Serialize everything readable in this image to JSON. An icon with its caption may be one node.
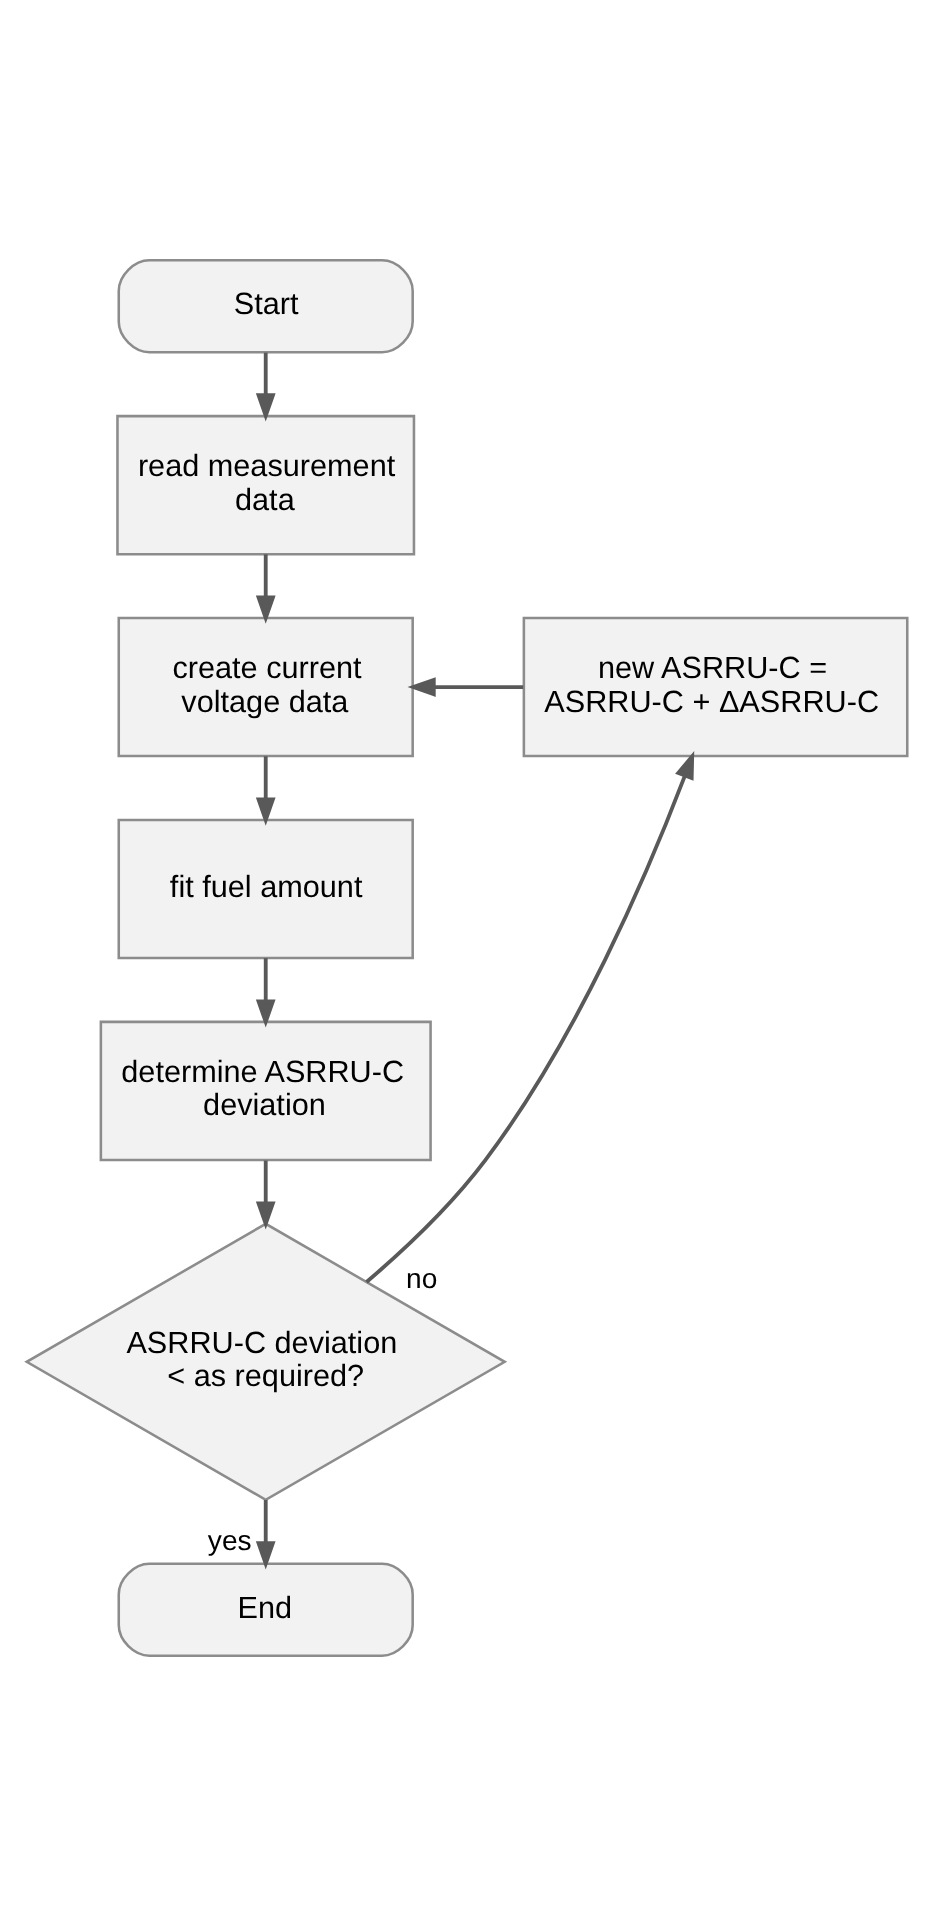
{
  "diagram": {
    "nodes": [
      {
        "text": [
          "Start"
        ]
      },
      {
        "text": [
          "read measurement data"
        ]
      },
      {
        "text": [
          "create current voltage data"
        ]
      },
      {
        "text": [
          "fit fuel amount"
        ]
      },
      {
        "text": [
          "determine ASRRU-C deviation"
        ]
      },
      {
        "text": [
          "ASRRU-C deviation < as required?"
        ]
      },
      {
        "text": [
          "End"
        ]
      },
      {
        "text": [
          "new ASRRU-C = ASRRU-C + ΔASRRU-C"
        ]
      }
    ],
    "edges": [
      {
        "from": 0,
        "to": 1,
        "arrow": "to"
      },
      {
        "from": 1,
        "to": 2,
        "arrow": "to"
      },
      {
        "from": 2,
        "to": 3,
        "arrow": "to"
      },
      {
        "from": 3,
        "to": 4,
        "arrow": "to"
      },
      {
        "from": 4,
        "to": 5,
        "arrow": "to"
      },
      {
        "from": 5,
        "to": 6,
        "arrow": "to",
        "label": "yes"
      },
      {
        "from": 5,
        "to": 7,
        "arrow": "to",
        "label": "no"
      },
      {
        "from": 7,
        "to": 2,
        "arrow": "to"
      }
    ]
  }
}
